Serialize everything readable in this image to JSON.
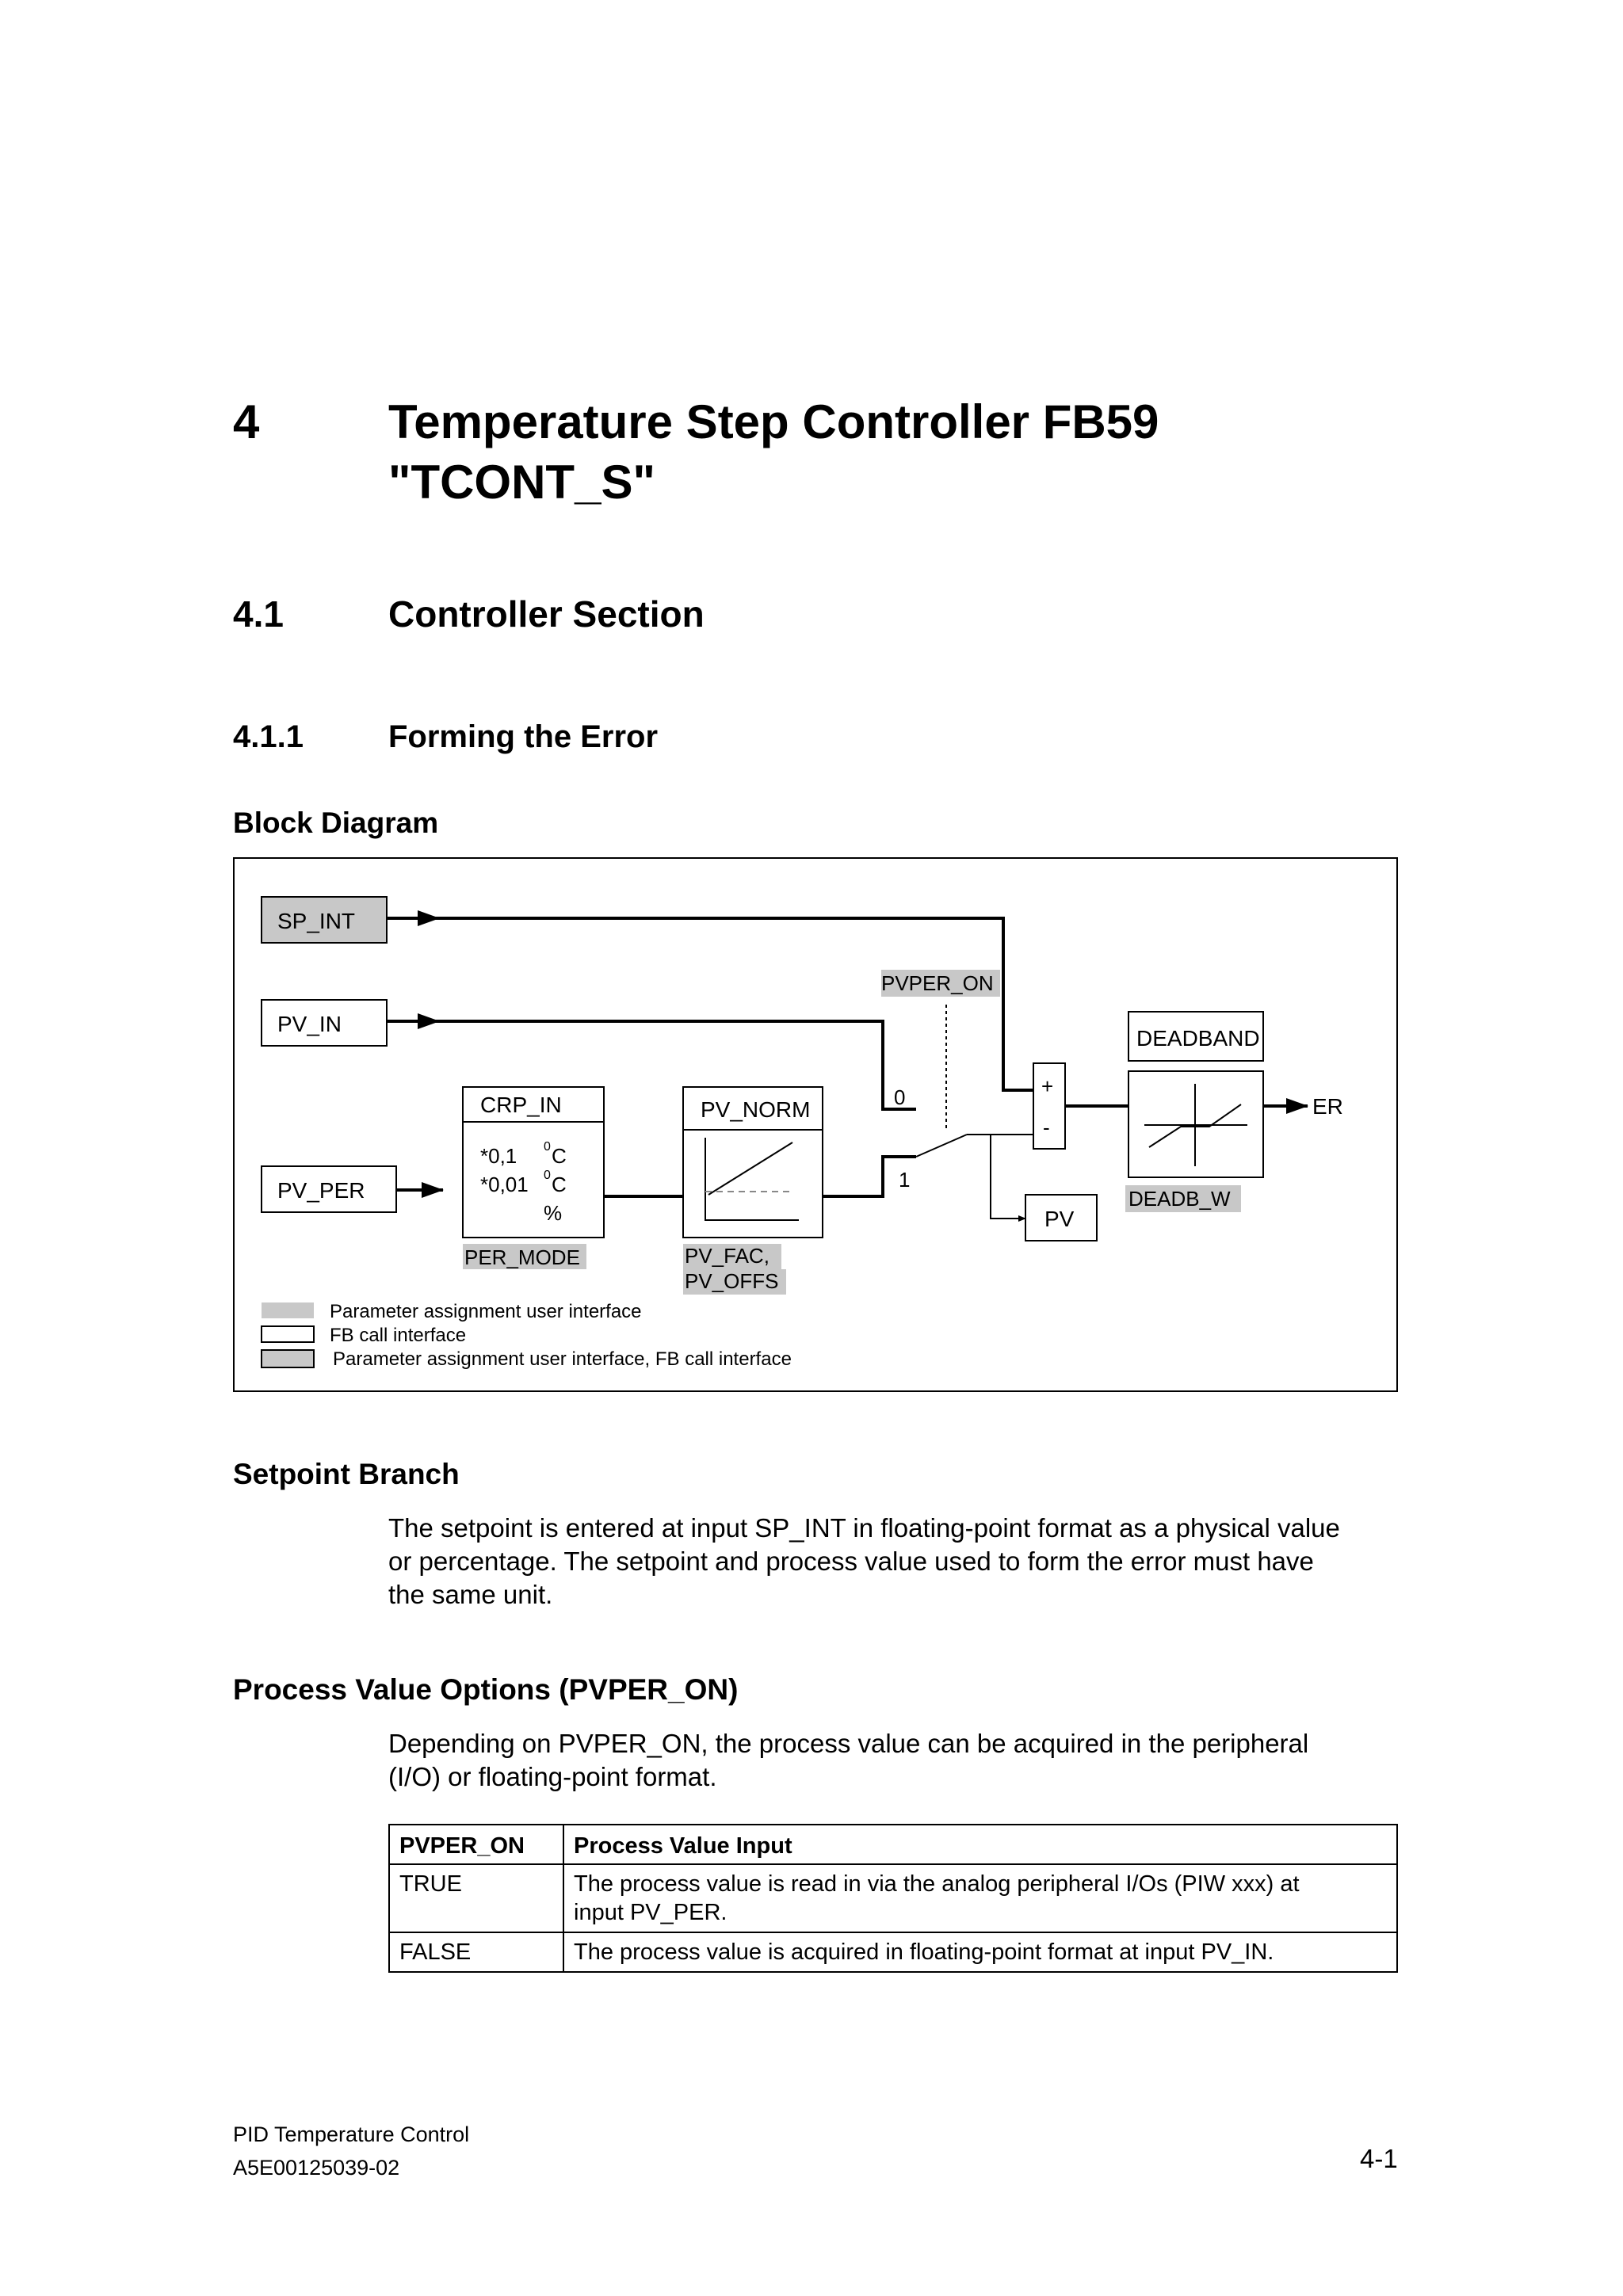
{
  "chapter": {
    "number": "4",
    "title_line1": "Temperature Step Controller FB59",
    "title_line2": "\"TCONT_S\""
  },
  "section": {
    "number": "4.1",
    "title": "Controller Section"
  },
  "subsection": {
    "number": "4.1.1",
    "title": "Forming the Error"
  },
  "block_diagram": {
    "heading": "Block Diagram",
    "blocks": {
      "sp_int": "SP_INT",
      "pv_in": "PV_IN",
      "pv_per": "PV_PER",
      "crp_in": "CRP_IN",
      "crp_line1_factor": "*0,1",
      "crp_line2_factor": "*0,01",
      "crp_unit_sup": "0",
      "crp_unit_c": "C",
      "crp_percent": "%",
      "pv_norm": "PV_NORM",
      "deadband": "DEADBAND",
      "pv_out": "PV",
      "er_out": "ER",
      "plus": "+",
      "minus": "-"
    },
    "params": {
      "pvper_on": "PVPER_ON",
      "per_mode": "PER_MODE",
      "pv_fac": "PV_FAC,",
      "pv_offs": "PV_OFFS",
      "deadb_w": "DEADB_W",
      "switch_0": "0",
      "switch_1": "1"
    },
    "legend": [
      "Parameter assignment user interface",
      "FB call interface",
      "Parameter assignment user interface, FB call interface"
    ],
    "colors": {
      "param_fill": "#c8c8c8",
      "line": "#000000"
    }
  },
  "setpoint_branch": {
    "heading": "Setpoint Branch",
    "lines": [
      "The setpoint is entered at input SP_INT in floating-point format as a physical value",
      "or percentage. The setpoint and process value used to form the error must have",
      "the same unit."
    ]
  },
  "process_value_options": {
    "heading": "Process Value Options (PVPER_ON)",
    "lines": [
      "Depending on PVPER_ON, the process value can be acquired in the peripheral",
      "(I/O) or floating-point format."
    ]
  },
  "table": {
    "headers": [
      "PVPER_ON",
      "Process Value Input"
    ],
    "rows": [
      {
        "key": "TRUE",
        "line1": "The process value is read in via the analog peripheral I/Os (PIW xxx) at",
        "line2": "input PV_PER."
      },
      {
        "key": "FALSE",
        "line1": "The process value is acquired in floating-point format at input PV_IN.",
        "line2": ""
      }
    ]
  },
  "footer": {
    "doc_title": "PID Temperature Control",
    "doc_number": "A5E00125039-02",
    "page": "4-1"
  }
}
